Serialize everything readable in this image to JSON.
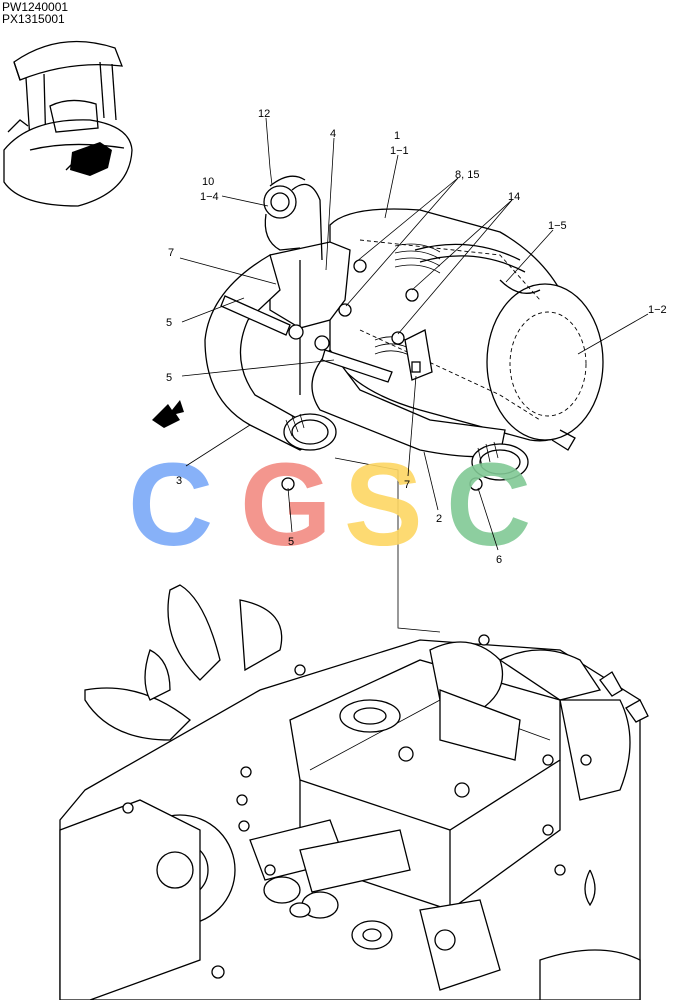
{
  "header": {
    "code_1": "PW1240001",
    "code_2": "PX1315001"
  },
  "callouts": {
    "c12": "12",
    "c4": "4",
    "c1": "1",
    "c1_1": "1−1",
    "c10": "10",
    "c1_4": "1−4",
    "c8_15": "8, 15",
    "c14": "14",
    "c1_5": "1−5",
    "c7a": "7",
    "c1_2": "1−2",
    "c5a": "5",
    "c5b": "5",
    "c3": "3",
    "c7b": "7",
    "c2": "2",
    "c5c": "5",
    "c6": "6"
  },
  "watermark": {
    "letters": [
      "C",
      "G",
      "S",
      "C"
    ],
    "colors": [
      "#7aa9f7",
      "#f28b82",
      "#fdd663",
      "#81c995"
    ]
  }
}
